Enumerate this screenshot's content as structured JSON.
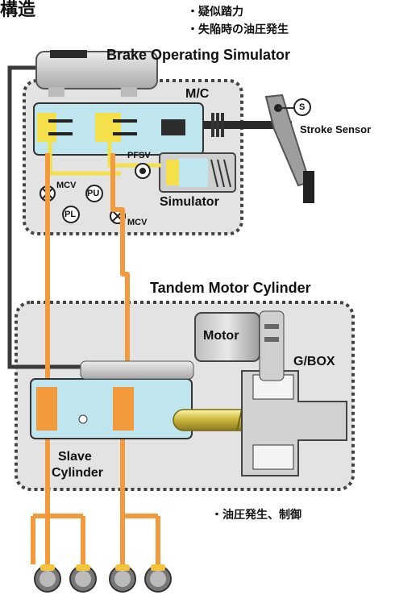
{
  "header": {
    "title_jp": "構造",
    "bullet_1": "・疑似踏力",
    "bullet_2": "・失陥時の油圧発生"
  },
  "upper_unit": {
    "title": "Brake Operating Simulator",
    "mc_label": "M/C",
    "pfsv_label": "PFSV",
    "simulator_label": "Simulator",
    "mcv_label_1": "MCV",
    "mcv_label_2": "MCV",
    "pu_label": "PU",
    "pl_label": "PL",
    "stroke_sensor_label": "Stroke Sensor",
    "s_badge": "S"
  },
  "lower_unit": {
    "title": "Tandem Motor Cylinder",
    "motor_label": "Motor",
    "gbox_label": "G/BOX",
    "slave_label_1": "Slave",
    "slave_label_2": "Cylinder",
    "bullet_3": "・油圧発生、制御"
  },
  "colors": {
    "fluid_pipe": "#f39a3c",
    "cylinder_fill": "#c7ecf2",
    "valve_yellow": "#f4e04a",
    "panel_gray": "#e5e5e5",
    "dark_line": "#3a3a3a"
  }
}
